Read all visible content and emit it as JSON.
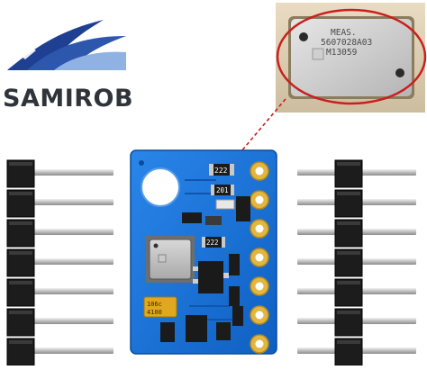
{
  "brand": {
    "name": "SAMIROB",
    "colors": {
      "text": "#2f343a",
      "wave_dark": "#1f3f93",
      "wave_light": "#8fb2e3"
    }
  },
  "zoom_inset": {
    "chip_lines": [
      "MEAS.",
      "5607028A03",
      "M13059"
    ],
    "highlight_color": "#c8201e"
  },
  "board": {
    "color": "#1570d6",
    "silkscreen": {
      "resistor_code": "222",
      "resistor_code_alt": "201",
      "capacitor_label": "106c",
      "capacitor_code": "4100"
    },
    "pad_count": 7
  },
  "header_pins": {
    "left_count": 7,
    "right_count": 7
  }
}
